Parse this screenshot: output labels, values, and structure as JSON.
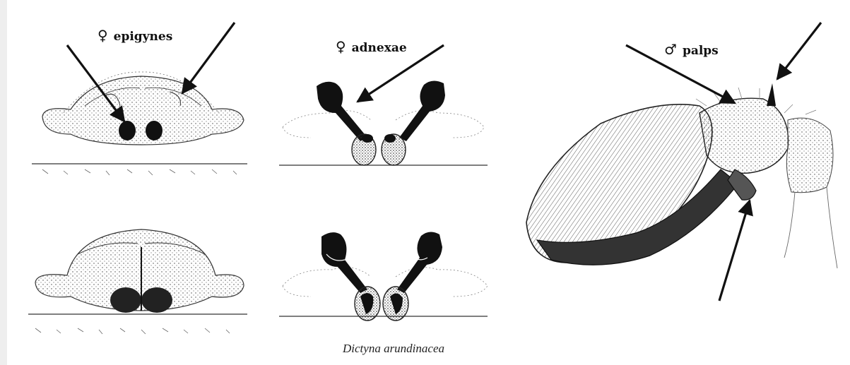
{
  "labels": {
    "epigynes": {
      "symbol": "♀",
      "text": "epigynes"
    },
    "adnexae": {
      "symbol": "♀",
      "text": "adnexae"
    },
    "palps": {
      "symbol": "♂",
      "text": "palps"
    }
  },
  "caption": "Dictyna arundinacea",
  "colors": {
    "ink": "#111111",
    "paper": "#ffffff",
    "stipple": "#555555"
  }
}
